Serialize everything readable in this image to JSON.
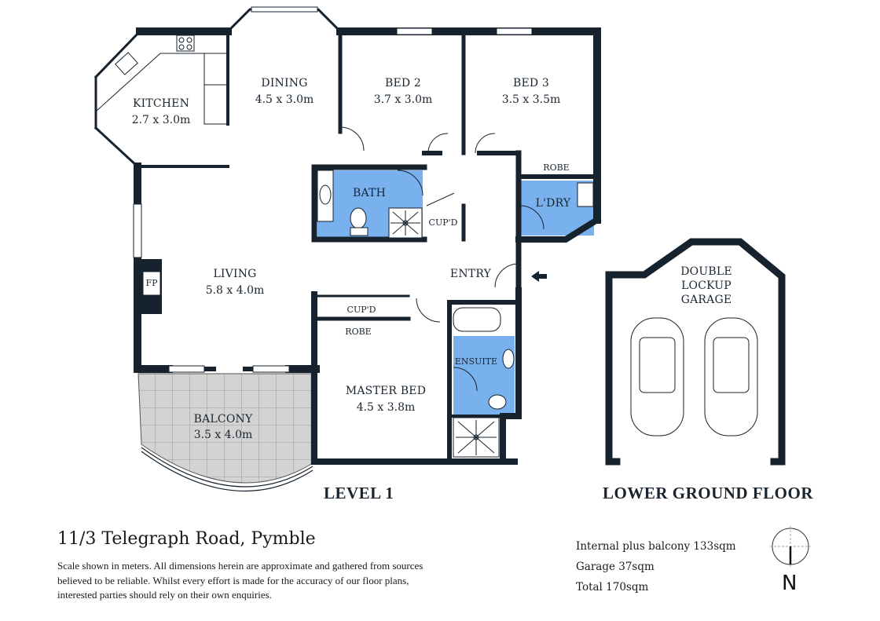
{
  "property": {
    "address": "11/3 Telegraph Road, Pymble",
    "disclaimer": "Scale shown in meters. All dimensions herein are approximate and gathered from sources believed to be reliable. Whilst every effort is made for the accuracy of our floor plans, interested parties should rely on their own enquiries."
  },
  "levels": {
    "level1": "LEVEL 1",
    "lower_ground": "LOWER GROUND FLOOR"
  },
  "rooms": {
    "kitchen": {
      "name": "KITCHEN",
      "dims": "2.7 x 3.0m"
    },
    "dining": {
      "name": "DINING",
      "dims": "4.5 x 3.0m"
    },
    "bed2": {
      "name": "BED 2",
      "dims": "3.7 x 3.0m"
    },
    "bed3": {
      "name": "BED 3",
      "dims": "3.5 x 3.5m"
    },
    "robe_bed3": {
      "name": "ROBE"
    },
    "bath": {
      "name": "BATH"
    },
    "cupd_hall": {
      "name": "CUP'D"
    },
    "laundry": {
      "name": "L'DRY"
    },
    "living": {
      "name": "LIVING",
      "dims": "5.8 x 4.0m"
    },
    "fireplace": {
      "name": "FP"
    },
    "entry": {
      "name": "ENTRY"
    },
    "cupd_master": {
      "name": "CUP'D"
    },
    "robe_master": {
      "name": "ROBE"
    },
    "ensuite": {
      "name": "ENSUITE"
    },
    "master_bed": {
      "name": "MASTER BED",
      "dims": "4.5 x 3.8m"
    },
    "balcony": {
      "name": "BALCONY",
      "dims": "3.5 x 4.0m"
    },
    "garage": {
      "line1": "DOUBLE",
      "line2": "LOCKUP",
      "line3": "GARAGE"
    }
  },
  "areas": {
    "internal": "Internal plus balcony 133sqm",
    "garage": "Garage 37sqm",
    "total": "Total 170sqm"
  },
  "compass": {
    "label": "N"
  },
  "colors": {
    "wall": "#16222e",
    "wet_area": "#79b0ee",
    "balcony": "#d3d3d3"
  }
}
